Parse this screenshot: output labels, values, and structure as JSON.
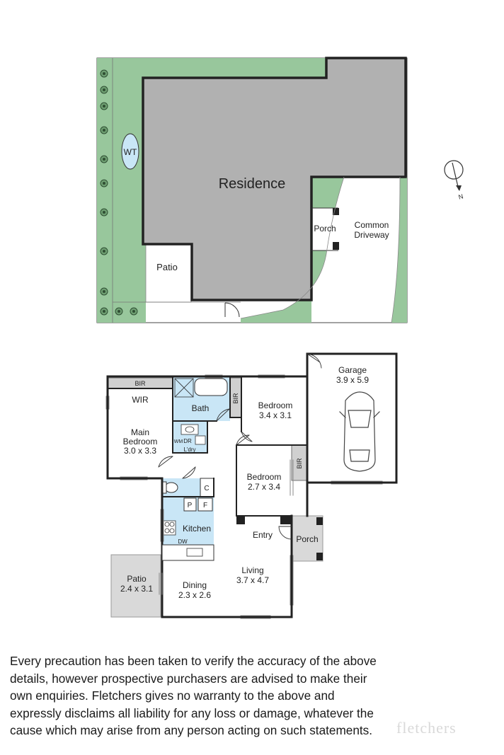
{
  "site_plan": {
    "residence": "Residence",
    "wt": "WT",
    "porch": "Porch",
    "patio": "Patio",
    "common_driveway": [
      "Common",
      "Driveway"
    ],
    "compass_letter": "N"
  },
  "floor_plan": {
    "garage": {
      "name": "Garage",
      "size": "3.9 x 5.9"
    },
    "bedroom1": {
      "name": "Bedroom",
      "size": "3.4 x 3.1"
    },
    "bedroom2": {
      "name": "Bedroom",
      "size": "2.7 x 3.4"
    },
    "main_bedroom": {
      "name_line1": "Main",
      "name_line2": "Bedroom",
      "size": "3.0 x 3.3"
    },
    "wir": "WIR",
    "bir_top": "BIR",
    "bir_bath": "BIR",
    "bir_bed2": "BIR",
    "bath": "Bath",
    "wm": "WM",
    "dr": "DR",
    "laundry": "L'dry",
    "cupboard": "C",
    "pantry": "P",
    "fridge": "F",
    "kitchen": "Kitchen",
    "dw": "DW",
    "entry": "Entry",
    "porch": "Porch",
    "living": {
      "name": "Living",
      "size": "3.7 x 4.7"
    },
    "dining": {
      "name": "Dining",
      "size": "2.3 x 2.6"
    },
    "patio": {
      "name": "Patio",
      "size": "2.4 x 3.1"
    }
  },
  "disclaimer": "Every precaution has been taken to verify the accuracy of the above details, however prospective purchasers are advised to make their own enquiries. Fletchers gives no warranty to the above and expressly disclaims all liability for any loss or damage, whatever the cause which may arise from any person acting on such statements.",
  "watermark": "fletchers",
  "colors": {
    "lawn": "#98c79c",
    "residence": "#b1b1b1",
    "wet_area": "#c9e6f6",
    "patio": "#d9d9d9",
    "wall": "#222222"
  }
}
